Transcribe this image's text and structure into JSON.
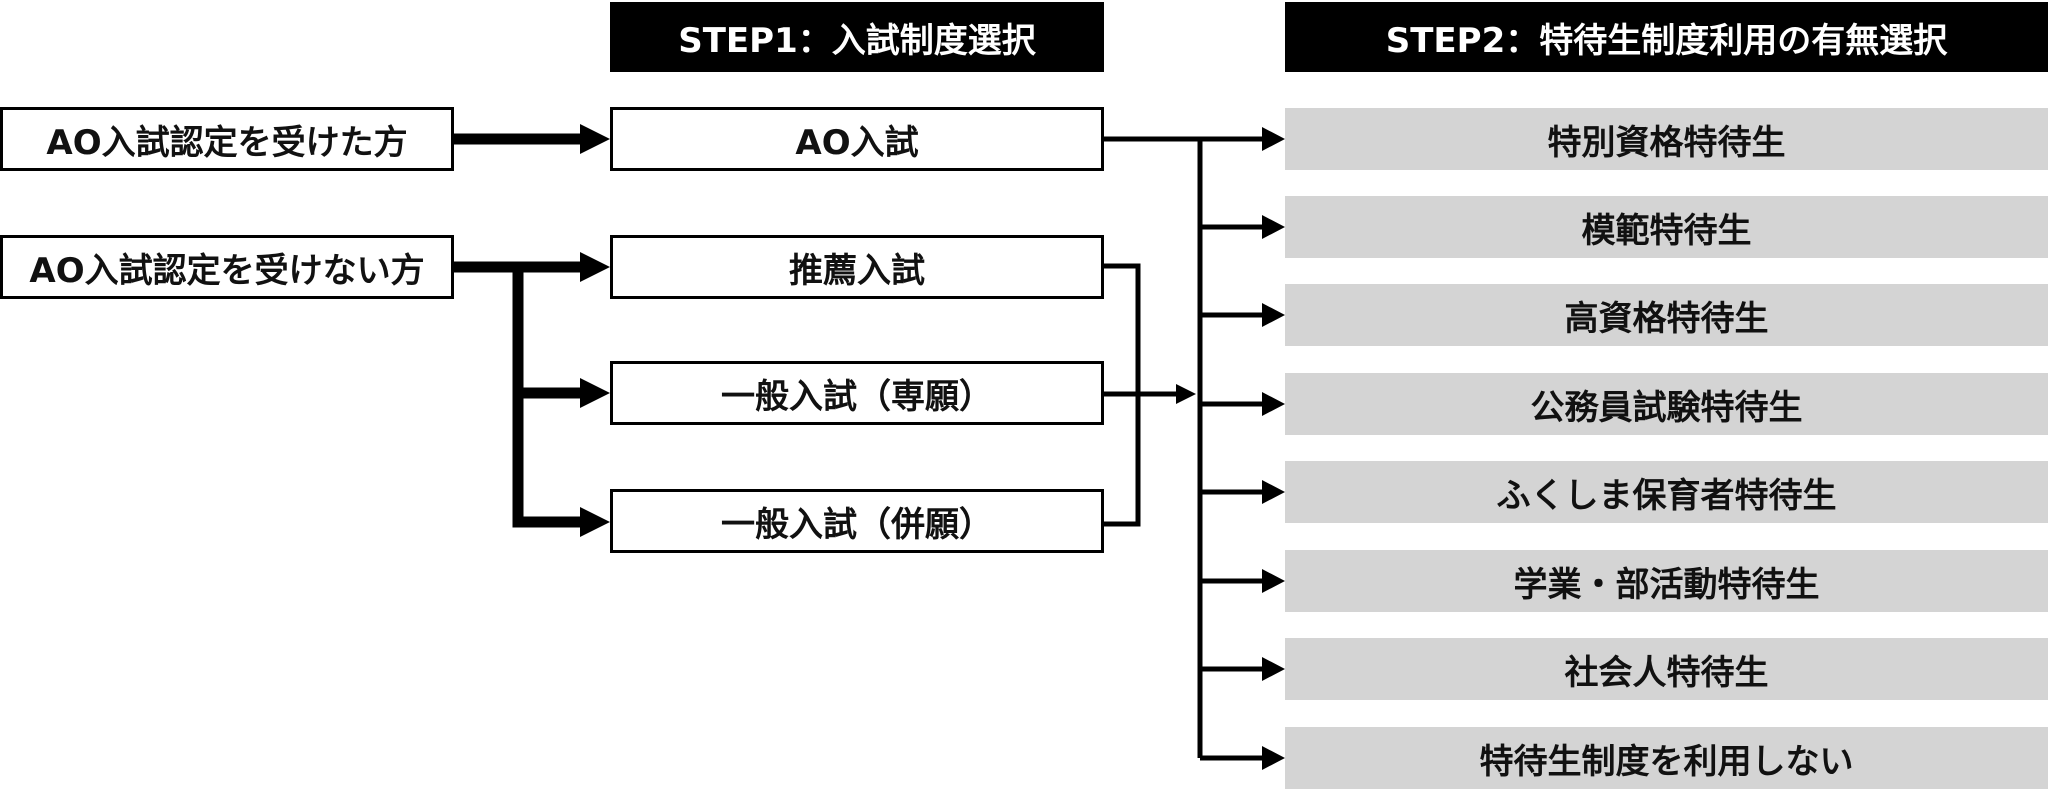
{
  "headers": {
    "step1": "STEP1：入試制度選択",
    "step2": "STEP2：特待生制度利用の有無選択"
  },
  "applicants": [
    "AO入試認定を受けた方",
    "AO入試認定を受けない方"
  ],
  "exams": [
    "AO入試",
    "推薦入試",
    "一般入試（専願）",
    "一般入試（併願）"
  ],
  "scholarships": [
    "特別資格特待生",
    "模範特待生",
    "高資格特待生",
    "公務員試験特待生",
    "ふくしま保育者特待生",
    "学業・部活動特待生",
    "社会人特待生",
    "特待生制度を利用しない"
  ],
  "colors": {
    "header_bg": "#000000",
    "option_bg": "#d4d4d4",
    "line": "#000000"
  }
}
